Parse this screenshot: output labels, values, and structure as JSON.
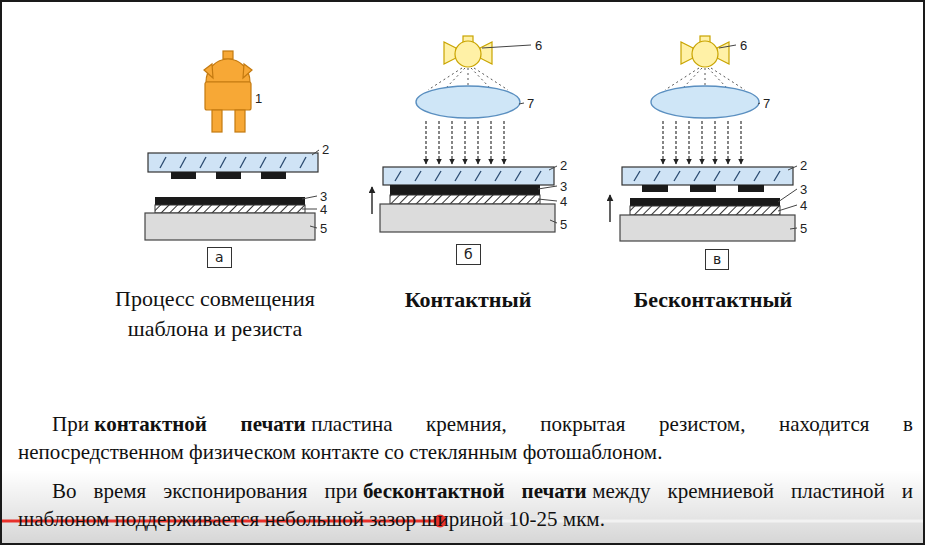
{
  "diagram": {
    "nodes": [
      {
        "text": [
          "а"
        ]
      },
      {
        "text": [
          "б"
        ]
      },
      {
        "text": [
          "в"
        ]
      }
    ],
    "labels": [
      "1",
      "2",
      "3",
      "4",
      "5",
      "6",
      "7",
      "2",
      "3",
      "4",
      "5",
      "6",
      "7",
      "2",
      "3",
      "4",
      "5",
      "Процесс совмещения шаблона и резиста",
      "Контактный",
      "Бесконтактный",
      "При",
      "контактной печати",
      "пластина кремния, покрытая резистом, находится в непосредственном физическом контакте со стеклянным фотошаблоном.",
      "Во время экспонирования при",
      "бесконтактной печати",
      "между кремниевой пластиной и шаблоном поддерживается небольшой зазор шириной 10-25 мкм."
    ]
  }
}
